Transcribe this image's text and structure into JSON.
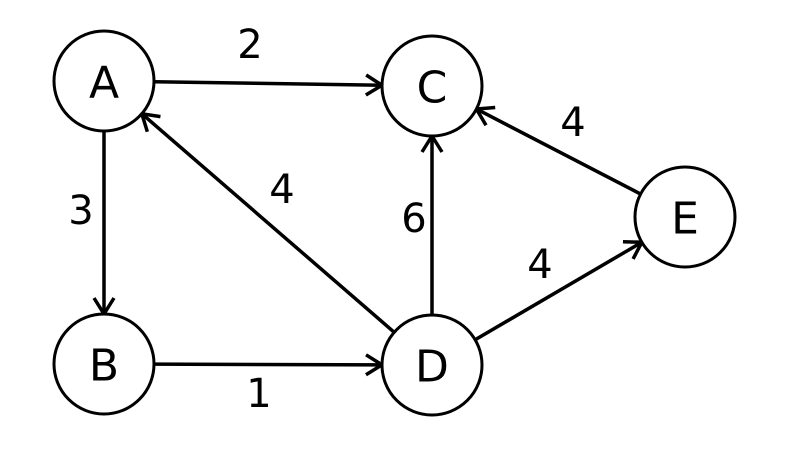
{
  "graph": {
    "directed": true,
    "nodes": [
      {
        "id": "A",
        "label": "A"
      },
      {
        "id": "B",
        "label": "B"
      },
      {
        "id": "C",
        "label": "C"
      },
      {
        "id": "D",
        "label": "D"
      },
      {
        "id": "E",
        "label": "E"
      }
    ],
    "edges": [
      {
        "from": "A",
        "to": "C",
        "weight": "2"
      },
      {
        "from": "A",
        "to": "B",
        "weight": "3"
      },
      {
        "from": "B",
        "to": "D",
        "weight": "1"
      },
      {
        "from": "D",
        "to": "A",
        "weight": "4"
      },
      {
        "from": "D",
        "to": "C",
        "weight": "6"
      },
      {
        "from": "D",
        "to": "E",
        "weight": "4"
      },
      {
        "from": "E",
        "to": "C",
        "weight": "4"
      }
    ]
  }
}
